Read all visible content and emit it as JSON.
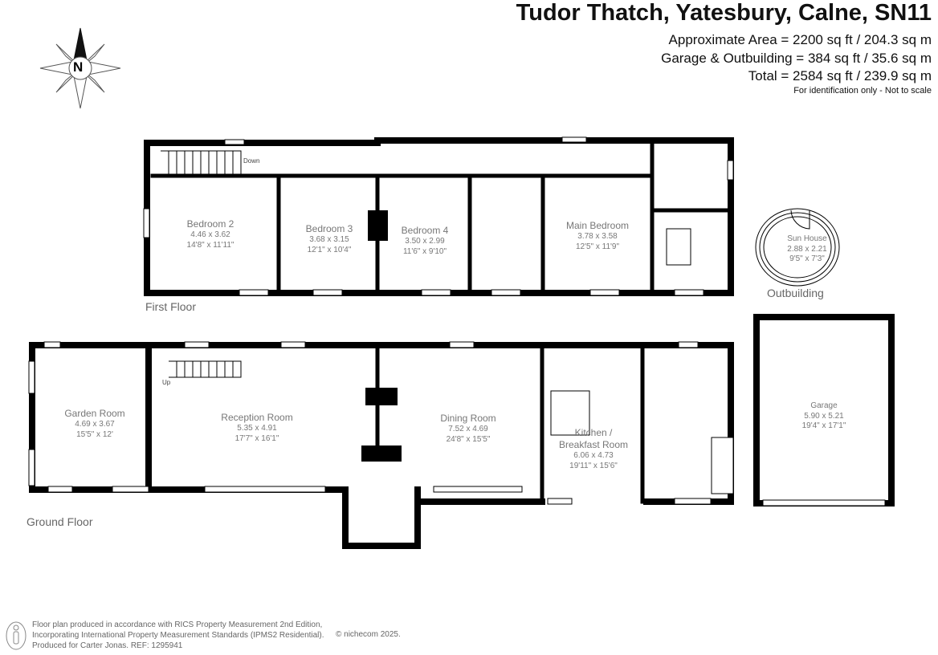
{
  "header": {
    "title": "Tudor Thatch, Yatesbury, Calne, SN11",
    "approx_area": "Approximate Area = 2200 sq ft / 204.3 sq m",
    "garage_area": "Garage & Outbuilding = 384 sq ft / 35.6 sq m",
    "total_area": "Total = 2584 sq ft / 239.9 sq m",
    "note": "For identification only - Not to scale"
  },
  "compass": {
    "label": "N"
  },
  "first_floor": {
    "label": "First Floor",
    "stairs_label": "Down",
    "rooms": [
      {
        "name": "Bedroom 2",
        "metric": "4.46 x 3.62",
        "imperial": "14'8\" x 11'11\""
      },
      {
        "name": "Bedroom 3",
        "metric": "3.68 x 3.15",
        "imperial": "12'1\" x 10'4\""
      },
      {
        "name": "Bedroom 4",
        "metric": "3.50 x 2.99",
        "imperial": "11'6\" x 9'10\""
      },
      {
        "name": "Main Bedroom",
        "metric": "3.78 x 3.58",
        "imperial": "12'5\" x 11'9\""
      }
    ]
  },
  "outbuilding": {
    "label": "Outbuilding",
    "rooms": [
      {
        "name": "Sun House",
        "metric": "2.88 x 2.21",
        "imperial": "9'5\" x 7'3\""
      }
    ]
  },
  "ground_floor": {
    "label": "Ground Floor",
    "stairs_label": "Up",
    "rooms": [
      {
        "name": "Garden Room",
        "metric": "4.69 x 3.67",
        "imperial": "15'5\" x 12'"
      },
      {
        "name": "Reception Room",
        "metric": "5.35 x 4.91",
        "imperial": "17'7\" x 16'1\""
      },
      {
        "name": "Dining Room",
        "metric": "7.52 x 4.69",
        "imperial": "24'8\" x 15'5\""
      },
      {
        "name": "Kitchen / Breakfast Room",
        "name2": "Kitchen /",
        "name3": "Breakfast Room",
        "metric": "6.06 x 4.73",
        "imperial": "19'11\" x 15'6\""
      }
    ]
  },
  "garage": {
    "name": "Garage",
    "metric": "5.90 x 5.21",
    "imperial": "19'4\" x 17'1\""
  },
  "footer": {
    "line1": "Floor plan produced in accordance with RICS Property Measurement 2nd Edition,",
    "line2": "Incorporating International Property Measurement Standards (IPMS2 Residential).",
    "line3": "Produced for Carter Jonas.   REF: 1295941",
    "copyright": "© nichecom 2025."
  }
}
